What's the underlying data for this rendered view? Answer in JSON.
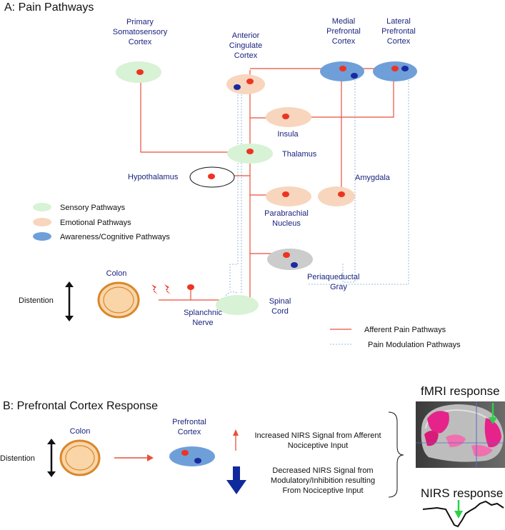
{
  "section_a": {
    "title": "A: Pain Pathways"
  },
  "section_b": {
    "title": "B: Prefrontal Cortex Response"
  },
  "regions": {
    "primary_somatosensory": [
      "Primary",
      "Somatosensory",
      "Cortex"
    ],
    "anterior_cingulate": [
      "Anterior",
      "Cingulate",
      "Cortex"
    ],
    "medial_prefrontal": [
      "Medial",
      "Prefrontal",
      "Cortex"
    ],
    "lateral_prefrontal": [
      "Lateral",
      "Prefrontal",
      "Cortex"
    ],
    "insula": "Insula",
    "thalamus": "Thalamus",
    "hypothalamus": "Hypothalamus",
    "amygdala": "Amygdala",
    "parabrachial": [
      "Parabrachial",
      "Nucleus"
    ],
    "periaqueductal": [
      "Periaqueductal",
      "Gray"
    ],
    "spinal_cord": [
      "Spinal",
      "Cord"
    ],
    "colon": "Colon",
    "splanchnic": [
      "Splanchnic",
      "Nerve"
    ],
    "distention": "Distention"
  },
  "legend": {
    "sensory": "Sensory Pathways",
    "emotional": "Emotional Pathways",
    "awareness": "Awareness/Cognitive Pathways",
    "afferent": "Afferent Pain Pathways",
    "modulation": "Pain Modulation Pathways"
  },
  "panel_b": {
    "colon": "Colon",
    "distention": "Distention",
    "prefrontal": [
      "Prefrontal",
      "Cortex"
    ],
    "increased": [
      "Increased NIRS  Signal from Afferent",
      "Nociceptive Input"
    ],
    "decreased": [
      "Decreased NIRS Signal  from",
      "Modulatory/Inhibition resulting",
      "From Nociceptive Input"
    ]
  },
  "fmri": {
    "title": "fMRI response"
  },
  "nirs": {
    "title": "NIRS response"
  },
  "colors": {
    "sensory": "#d7f2d4",
    "emotional": "#f7d6bd",
    "awareness": "#6f9fd8",
    "gray": "#cccccc",
    "afferent": "#e8503a",
    "modulation": "#7aa7d6",
    "neuron_red": "#ee3322",
    "neuron_blue": "#1a2aa0",
    "label_blue": "#1a237e",
    "down_arrow": "#0f2a9c",
    "green_arrow": "#2ed04b"
  }
}
